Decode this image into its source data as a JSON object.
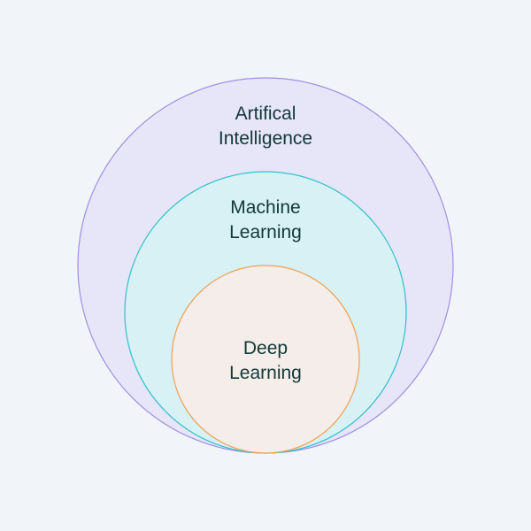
{
  "title": "AI, Machine Learning and Deep Learning",
  "sets": [
    {
      "id": "ai",
      "lines": [
        "Artifical",
        "Intelligence"
      ],
      "fill": "#e6e6f8",
      "stroke": "#a08fe0"
    },
    {
      "id": "ml",
      "lines": [
        "Machine",
        "Learning"
      ],
      "fill": "#d8f1f5",
      "stroke": "#30c0cc"
    },
    {
      "id": "dl",
      "lines": [
        "Deep",
        "Learning"
      ],
      "fill": "#f4ede9",
      "stroke": "#f0a050"
    }
  ],
  "colors": {
    "background": "#f1f4f9",
    "text": "#123838"
  }
}
